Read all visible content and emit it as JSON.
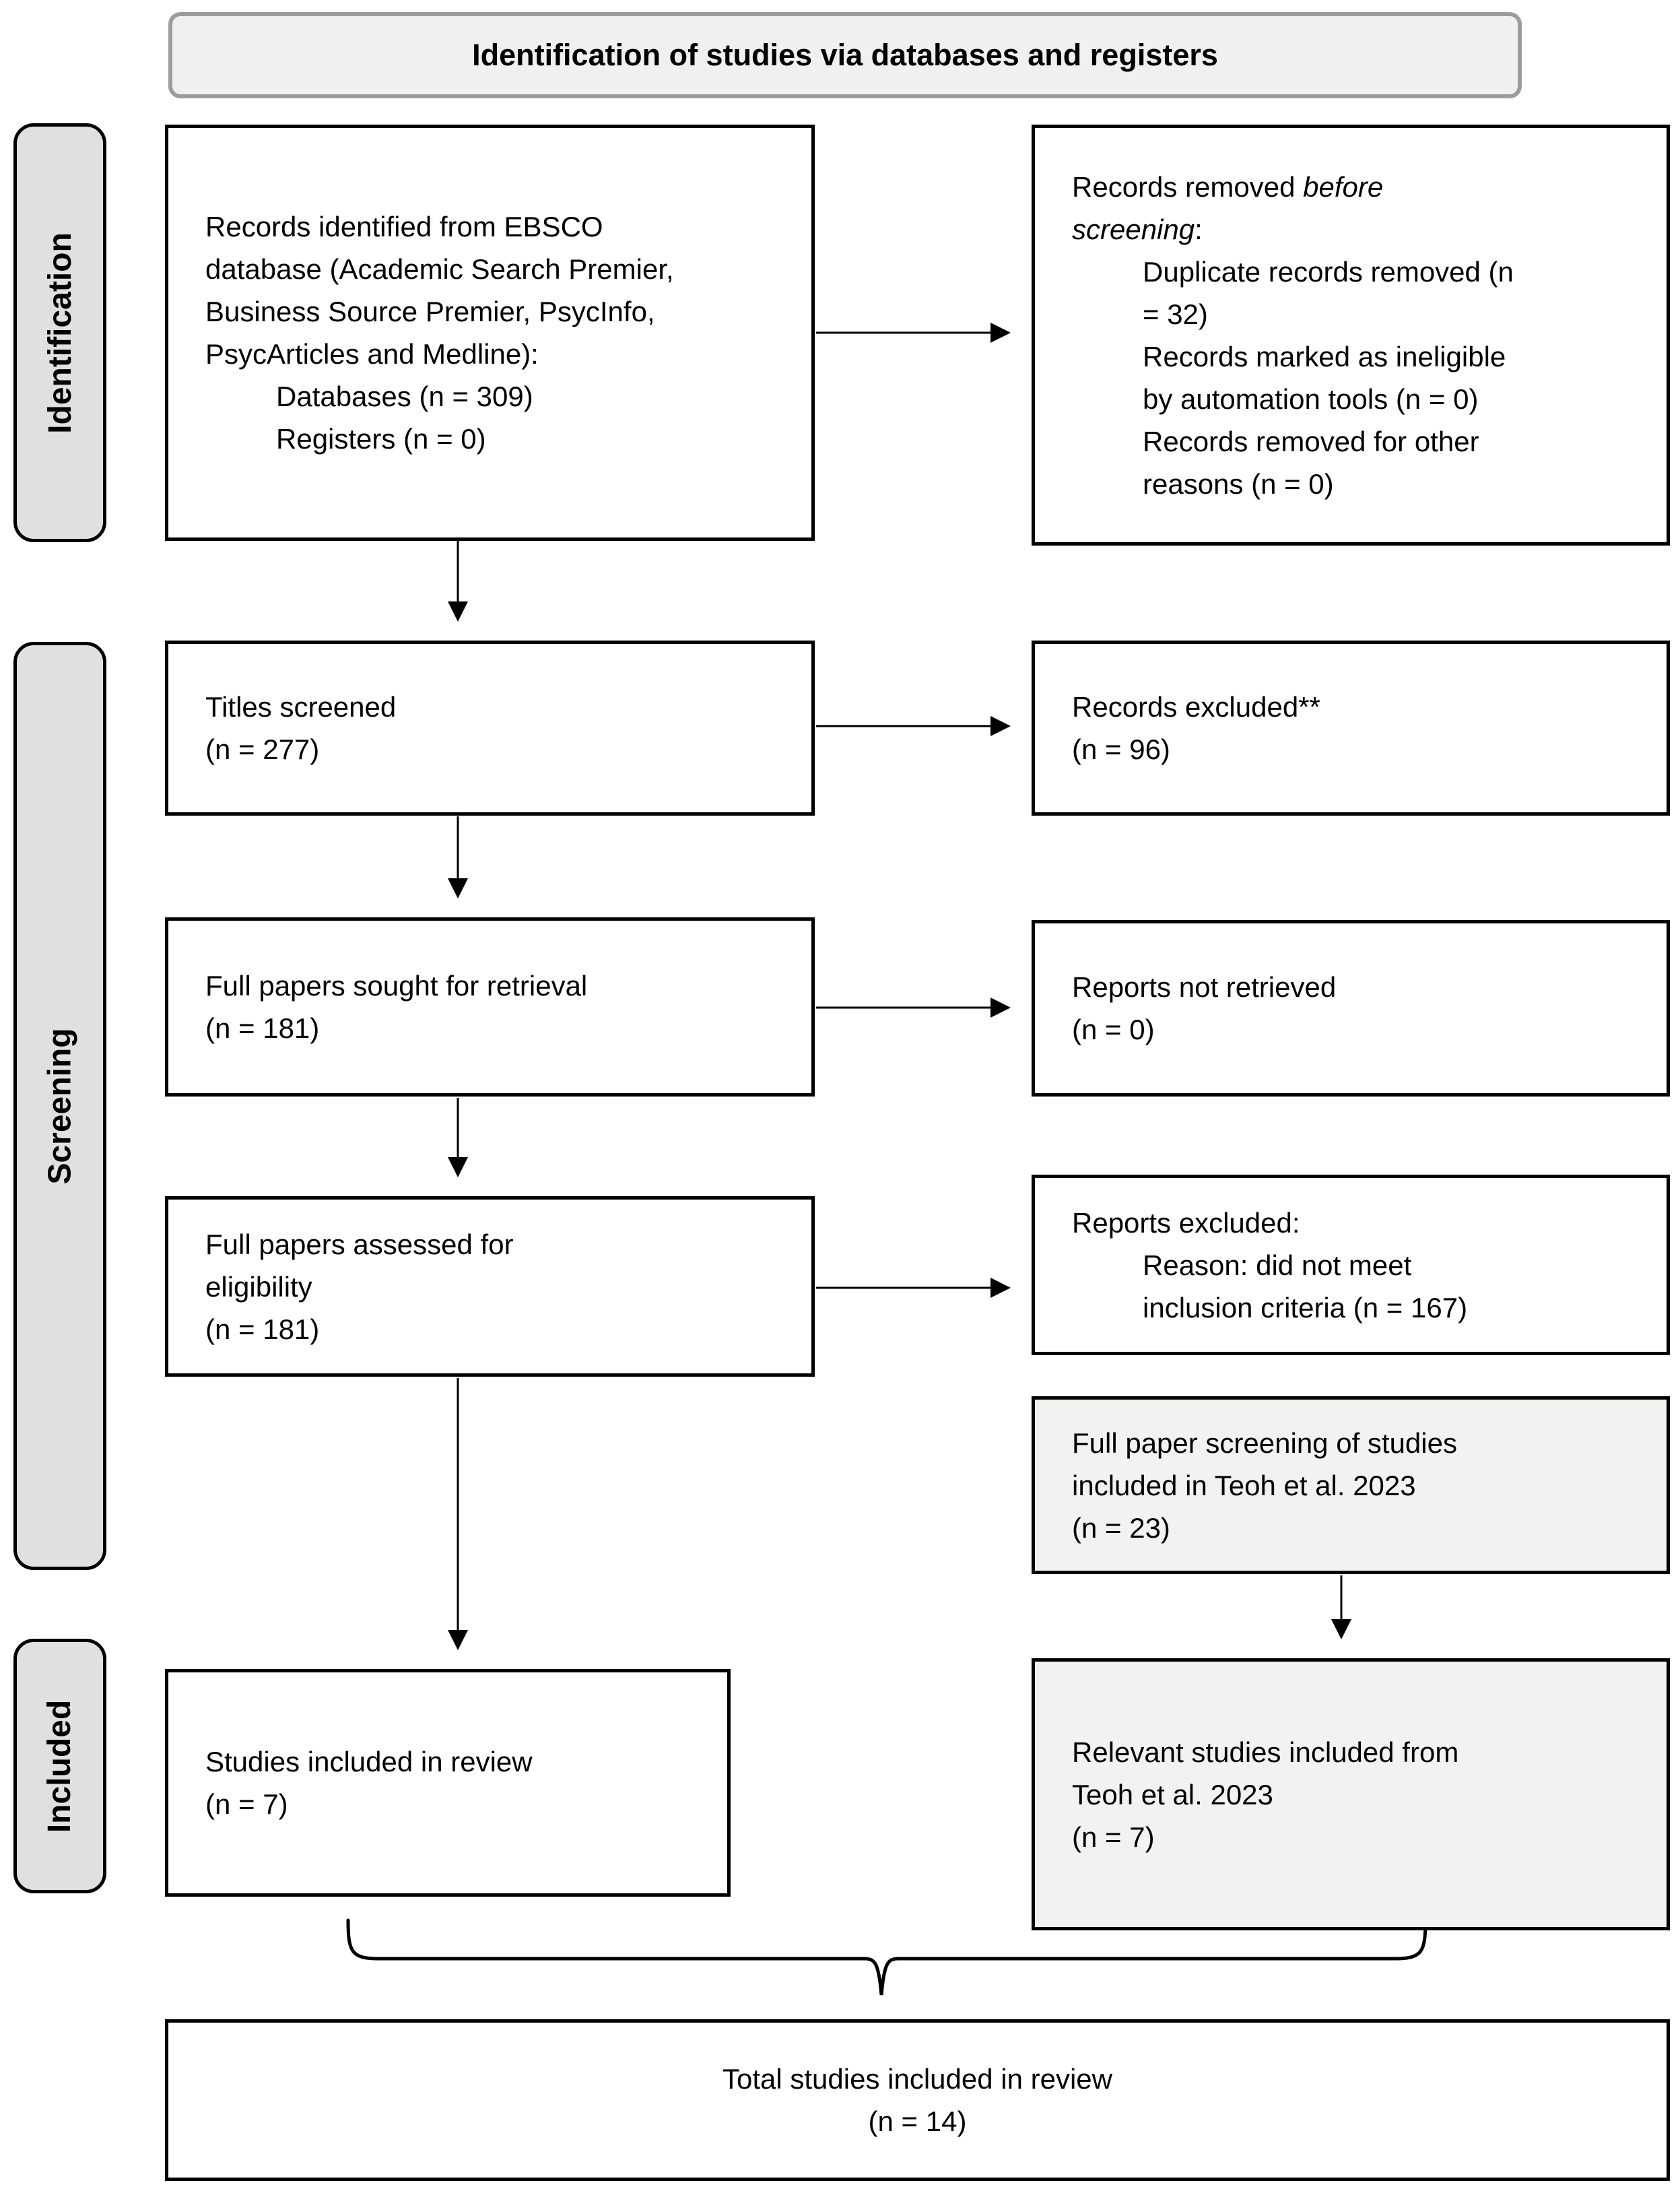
{
  "header": {
    "title": "Identification of studies via databases and registers"
  },
  "sidebar": {
    "identification": "Identification",
    "screening": "Screening",
    "included": "Included"
  },
  "boxes": {
    "records_identified": {
      "body": "Records identified from EBSCO database (Academic Search Premier, Business Source Premier, PsycInfo, PsycArticles and Medline):",
      "item1": "Databases (n = 309)",
      "item2": "Registers (n = 0)"
    },
    "records_removed": {
      "prefix": "Records removed ",
      "italic": "before screening",
      "suffix": ":",
      "item1": "Duplicate records removed (n = 32)",
      "item2": "Records marked as ineligible by automation tools (n = 0)",
      "item3": "Records removed for other reasons (n = 0)"
    },
    "titles_screened": {
      "line1": "Titles screened",
      "line2": "(n = 277)"
    },
    "records_excluded": {
      "line1": "Records excluded**",
      "line2": "(n = 96)"
    },
    "full_papers_sought": {
      "line1": "Full papers sought for retrieval",
      "line2": "(n = 181)"
    },
    "reports_not_retrieved": {
      "line1": "Reports not retrieved",
      "line2": "(n = 0)"
    },
    "full_papers_assessed": {
      "line1": "Full papers assessed for eligibility",
      "line2": "(n = 181)"
    },
    "reports_excluded": {
      "line1": "Reports excluded:",
      "item1": "Reason: did not meet inclusion criteria (n = 167)"
    },
    "teoh_screening": {
      "line1": "Full paper screening of studies included in Teoh et al. 2023",
      "line2": "(n = 23)"
    },
    "studies_included": {
      "line1": "Studies included in review",
      "line2": "(n = 7)"
    },
    "teoh_included": {
      "line1": "Relevant studies included from Teoh et al. 2023",
      "line2": "(n = 7)"
    },
    "total": {
      "line1": "Total studies included in review",
      "line2": "(n = 14)"
    }
  },
  "colors": {
    "box_border": "#000000",
    "banner_fill": "#f0f0ee",
    "banner_border": "#9c9c9c",
    "sidebar_fill": "#e0e0e0",
    "shaded_box_fill": "#f2f2f0",
    "background": "#ffffff"
  }
}
